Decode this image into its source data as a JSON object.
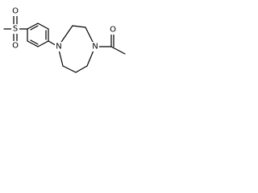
{
  "molecule": {
    "atoms": {
      "s": "S",
      "o_top": "O",
      "o_bottom": "O",
      "n_aryl": "N",
      "n_acetyl": "N",
      "o_carbonyl": "O"
    }
  }
}
